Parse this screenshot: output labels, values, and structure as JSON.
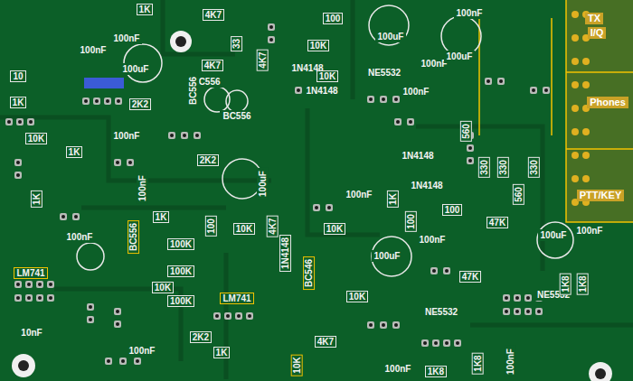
{
  "diagram": {
    "labels": [
      "1K",
      "4K7",
      "100",
      "10K",
      "100nF",
      "100nF",
      "100uF",
      "4K7",
      "BC556",
      "33",
      "4K7",
      "1N4148",
      "10K",
      "NE5532",
      "100nF",
      "100nF",
      "100uF",
      "100uF",
      "TX",
      "I/Q",
      "Phones",
      "PTT/KEY",
      "10",
      "1K",
      "2K2",
      "BC556",
      "BC556",
      "1N4148",
      "100nF",
      "560",
      "100nF",
      "1K",
      "10K",
      "1K",
      "100nF",
      "2K2",
      "100uF",
      "1N4148",
      "330",
      "330",
      "330",
      "1N4148",
      "560",
      "100",
      "47K",
      "1K",
      "100",
      "4K7",
      "BC556",
      "10K",
      "100nF",
      "100uF",
      "100nF",
      "100nF",
      "100uF",
      "100nF",
      "10K",
      "1K",
      "100",
      "LM741",
      "100K",
      "100K",
      "10K",
      "100K",
      "LM741",
      "1N4148",
      "BC546",
      "10K",
      "NE5532",
      "NE5532",
      "47K",
      "1K8",
      "1K8",
      "10nF",
      "2K2",
      "1K",
      "100nF",
      "4K7",
      "10K",
      "1K8",
      "1K8",
      "100nF",
      "100nF"
    ]
  }
}
